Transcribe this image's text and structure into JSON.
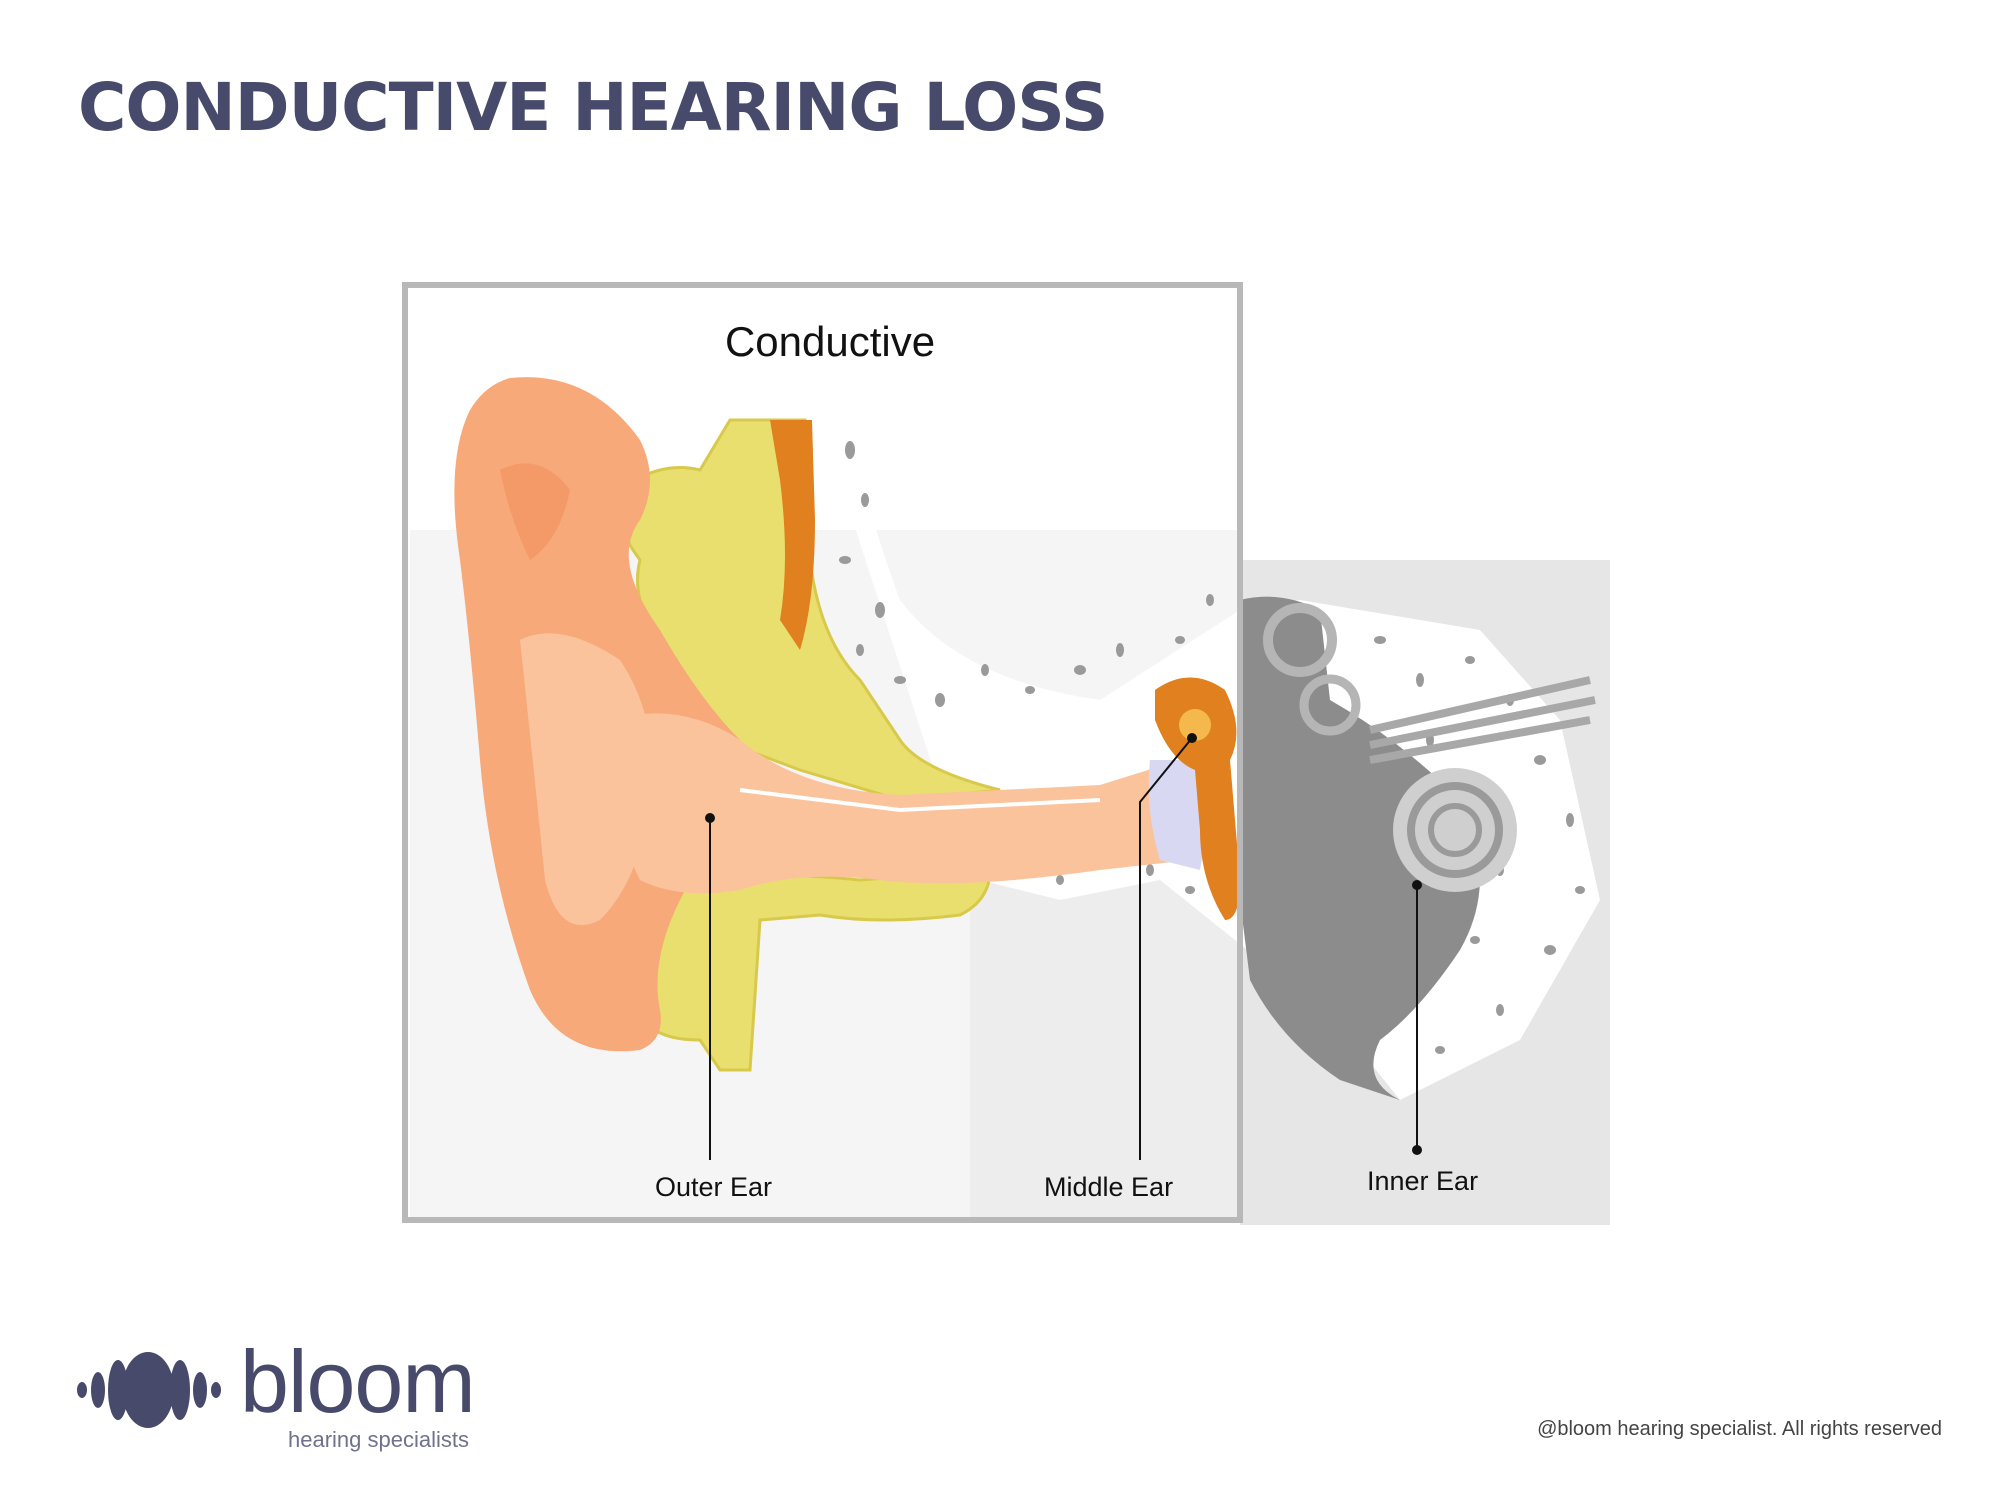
{
  "header": {
    "title": "CONDUCTIVE HEARING LOSS"
  },
  "diagram": {
    "panel_title": "Conductive",
    "labels": {
      "outer_ear": "Outer Ear",
      "middle_ear": "Middle Ear",
      "inner_ear": "Inner Ear"
    },
    "colors": {
      "skin": "#f7a97a",
      "canal": "#fbc39c",
      "fat": "#e8df6e",
      "ossicle": "#e0801f",
      "inner_ear_gray": "#8c8c8c",
      "frame": "#b8b8b8"
    }
  },
  "brand": {
    "name": "bloom",
    "tagline": "hearing specialists",
    "color": "#474a6b"
  },
  "footer": {
    "copyright": "@bloom hearing specialist. All rights reserved"
  }
}
